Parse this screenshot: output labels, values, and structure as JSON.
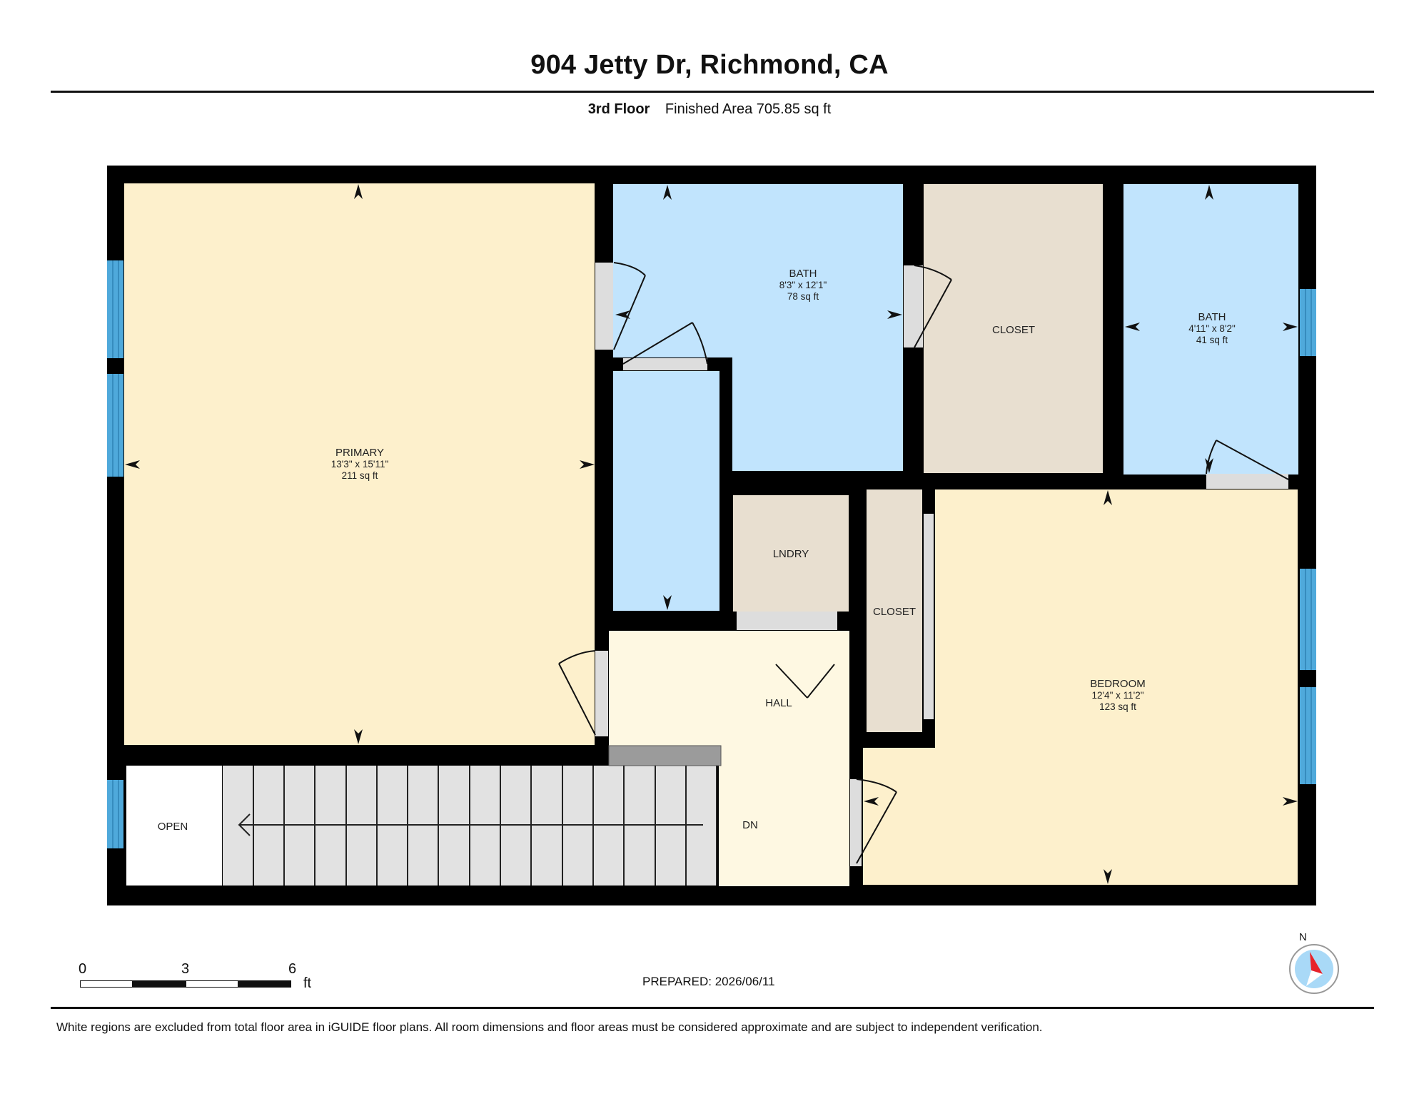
{
  "header": {
    "title": "904 Jetty Dr, Richmond, CA",
    "floor": "3rd Floor",
    "finished_area": "Finished Area 705.85 sq ft"
  },
  "rooms": {
    "primary": {
      "name": "PRIMARY",
      "dims": "13'3\" x 15'11\"",
      "area": "211 sq ft"
    },
    "bath1": {
      "name": "BATH",
      "dims": "8'3\" x 12'1\"",
      "area": "78 sq ft"
    },
    "closet1": {
      "name": "CLOSET"
    },
    "bath2": {
      "name": "BATH",
      "dims": "4'11\" x 8'2\"",
      "area": "41 sq ft"
    },
    "laundry": {
      "name": "LNDRY"
    },
    "closet2": {
      "name": "CLOSET"
    },
    "bedroom": {
      "name": "BEDROOM",
      "dims": "12'4\" x 11'2\"",
      "area": "123 sq ft"
    },
    "hall": {
      "name": "HALL"
    },
    "open": {
      "name": "OPEN"
    },
    "stairs": {
      "name": "DN"
    }
  },
  "scale": {
    "ticks": [
      "0",
      "3",
      "6"
    ],
    "unit": "ft"
  },
  "prepared": "PREPARED: 2026/06/11",
  "compass": {
    "north_label": "N"
  },
  "footer": "White regions are excluded from total floor area in iGUIDE floor plans. All room dimensions and floor areas must be considered approximate and are subject to independent verification.",
  "colors": {
    "bedroom_fill": "#fdf0cc",
    "bath_fill": "#c1e4fd",
    "closet_fill": "#e8dfd0",
    "hall_fill": "#fef8e2",
    "wall": "#000000",
    "window": "#4fa9db",
    "door_gap": "#dddddd",
    "compass_arrow": "#e8222a"
  }
}
